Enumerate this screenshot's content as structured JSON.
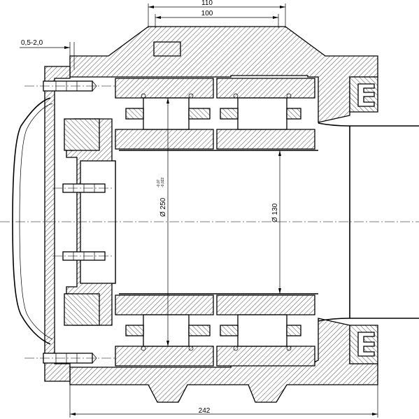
{
  "drawing": {
    "dimensions": {
      "top_outer": "110",
      "top_inner": "100",
      "clearance": "0,5-2,0",
      "bore_diameter": "Ø 250",
      "bore_tol_upper": "-0,07",
      "bore_tol_lower": "-0,022",
      "shaft_diameter": "Ø 130",
      "bottom_length": "242"
    }
  }
}
